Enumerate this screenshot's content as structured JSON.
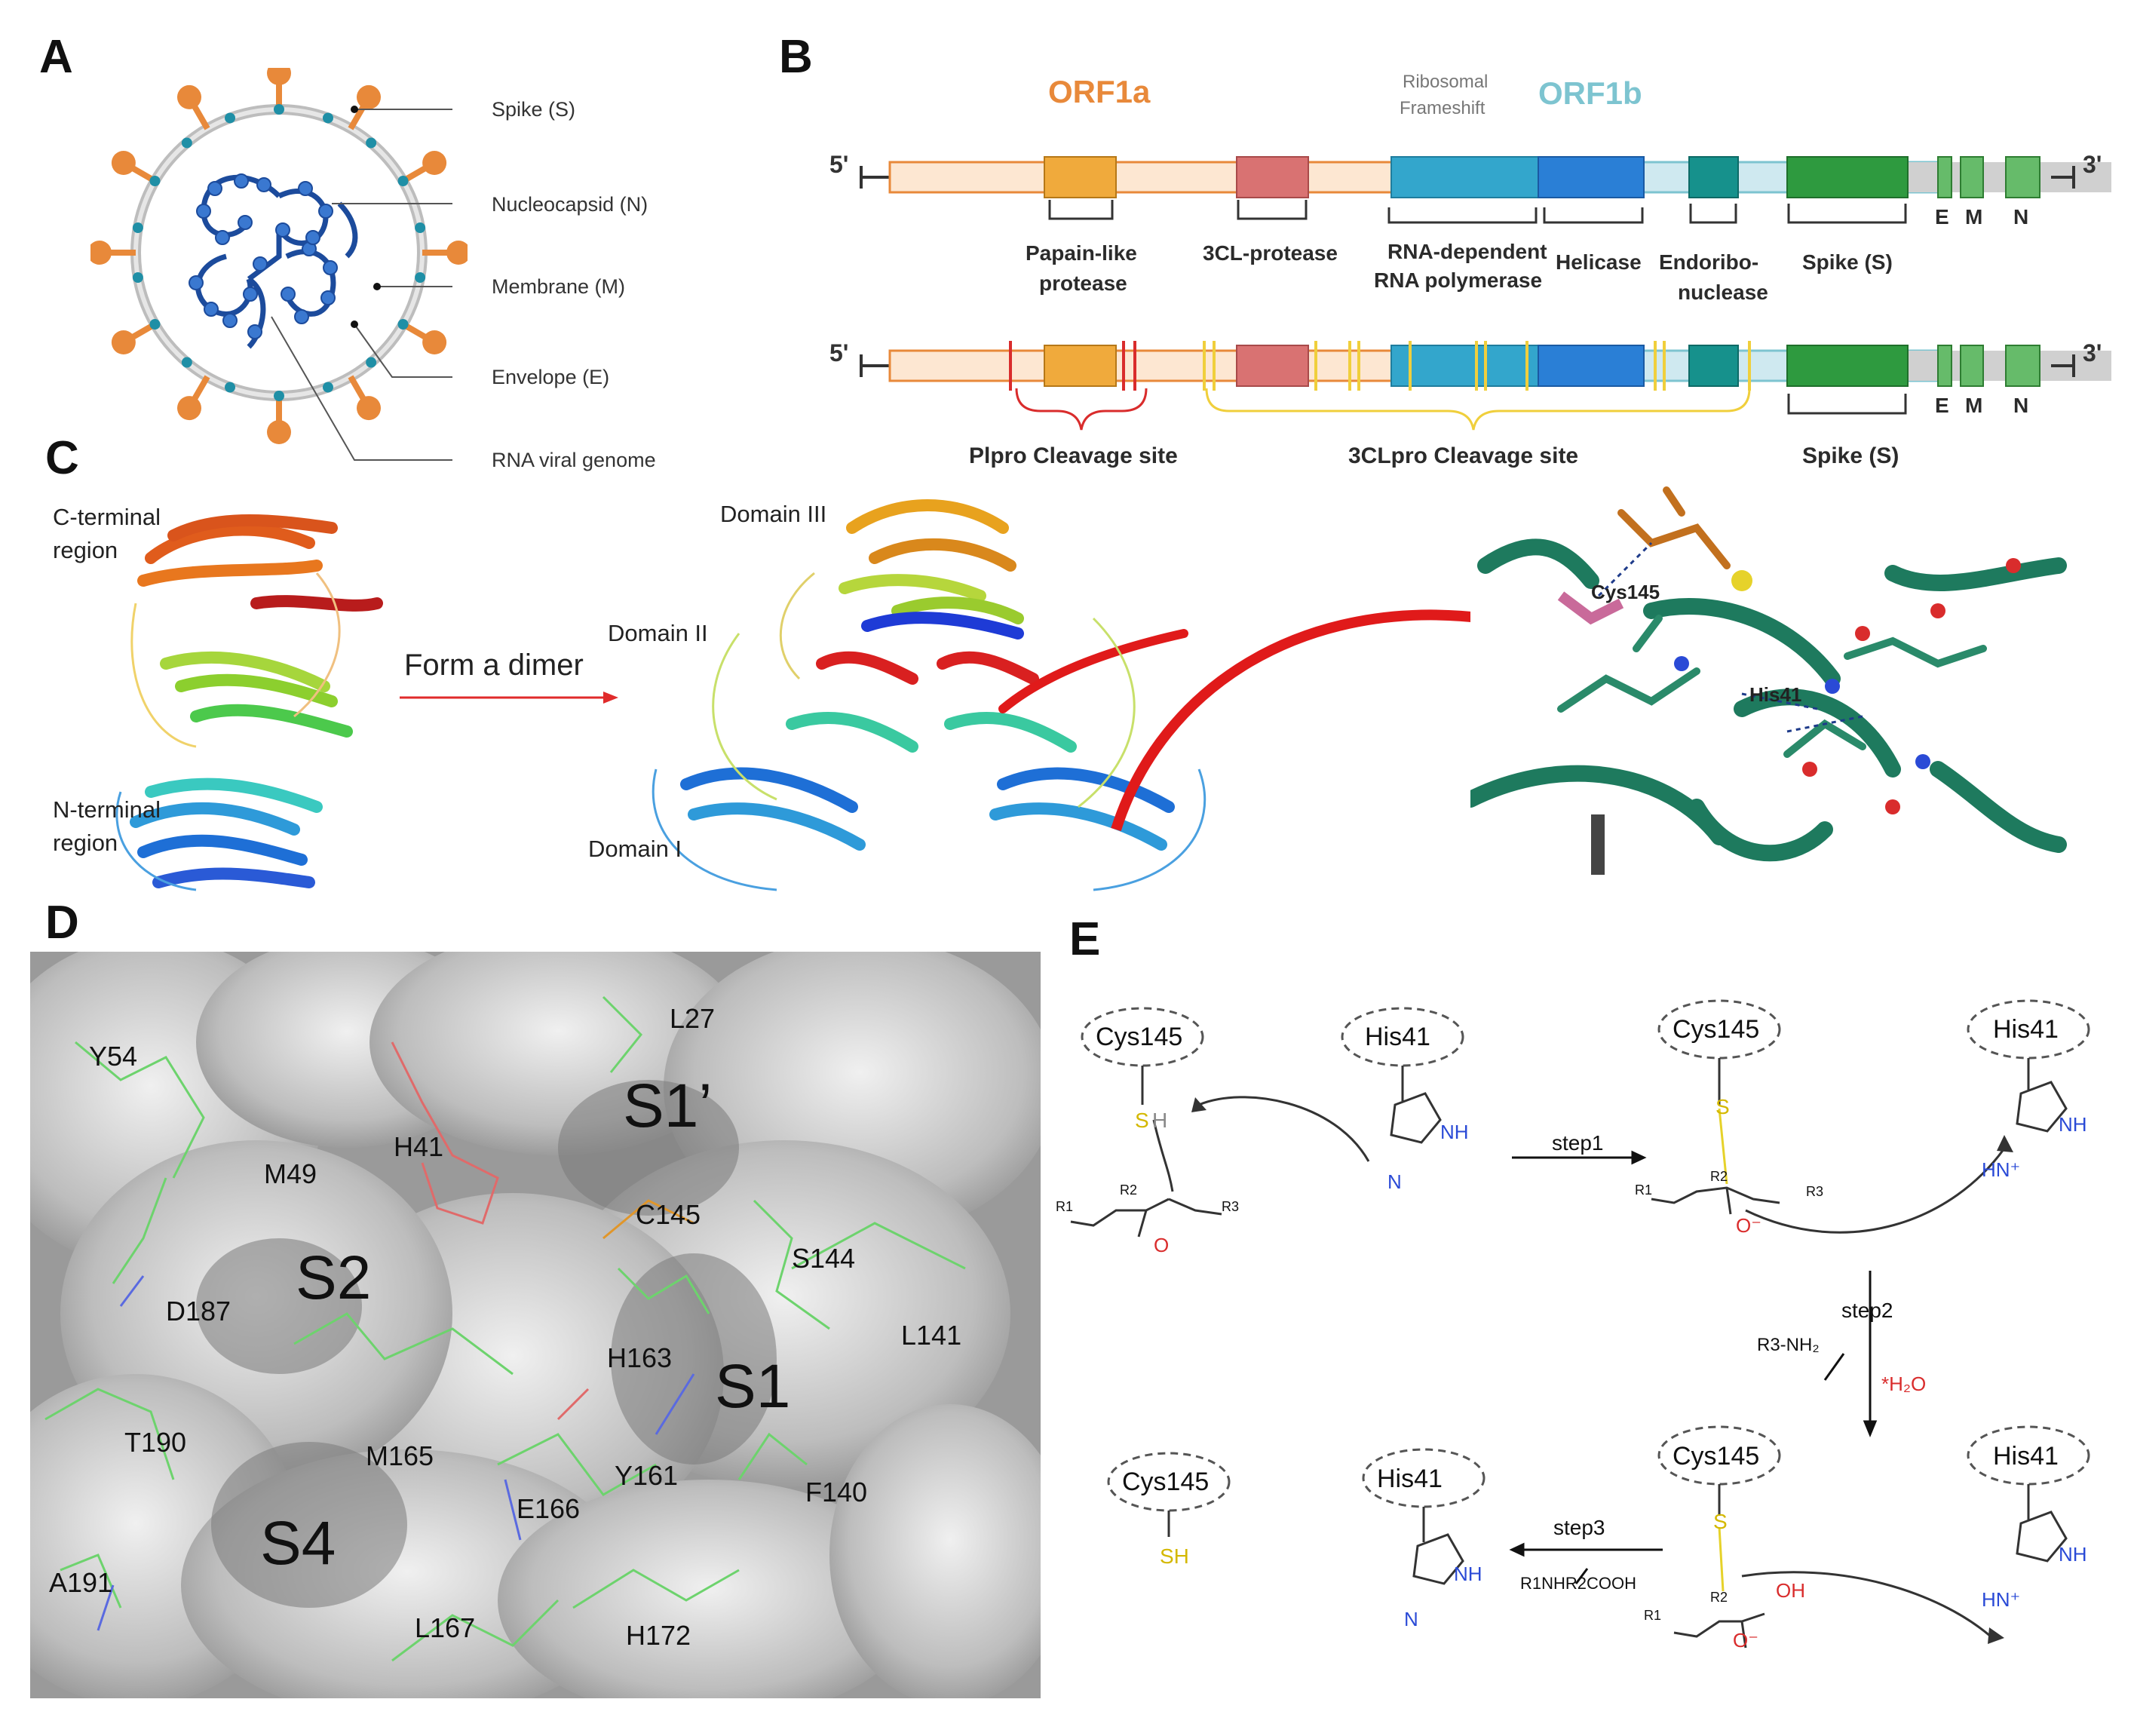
{
  "panels": {
    "a": "A",
    "b": "B",
    "c": "C",
    "d": "D",
    "e": "E"
  },
  "panel_a": {
    "labels": [
      "Spike (S)",
      "Nucleocapsid (N)",
      "Membrane (M)",
      "Envelope (E)",
      "RNA viral genome"
    ]
  },
  "panel_b": {
    "orf1a": "ORF1a",
    "orf1b": "ORF1b",
    "frameshift_line1": "Ribosomal",
    "frameshift_line2": "Frameshift",
    "five_prime": "5'",
    "three_prime": "3'",
    "genes": {
      "plpro_1": "Papain-like",
      "plpro_2": "protease",
      "cl3": "3CL-protease",
      "rdrp_1": "RNA-dependent",
      "rdrp_2": "RNA polymerase",
      "helicase": "Helicase",
      "endo_1": "Endoribo-",
      "endo_2": "nuclease",
      "spike": "Spike (S)",
      "e": "E",
      "m": "M",
      "n": "N"
    },
    "cleavage": {
      "plpro": "Plpro Cleavage site",
      "cl3pro": "3CLpro Cleavage site",
      "spike": "Spike (S)"
    },
    "colors": {
      "orf1a": "#e8893a",
      "orf1b": "#7dc4d0",
      "plpro": "#f0aa3c",
      "cl3": "#d97272",
      "rdrp": "#33a6cc",
      "helicase": "#2a7fd6",
      "endo": "#16918c",
      "spike": "#2e9a3f",
      "red_mark": "#d92c2c",
      "yellow_mark": "#f0cf3c"
    }
  },
  "panel_c": {
    "c_terminal_1": "C-terminal",
    "c_terminal_2": "region",
    "n_terminal_1": "N-terminal",
    "n_terminal_2": "region",
    "arrow_label": "Form a dimer",
    "domain_3": "Domain III",
    "domain_2": "Domain II",
    "domain_1": "Domain I",
    "cys": "Cys145",
    "his": "His41"
  },
  "panel_d": {
    "residues": [
      "Y54",
      "M49",
      "H41",
      "L27",
      "C145",
      "S144",
      "D187",
      "H163",
      "L141",
      "T190",
      "M165",
      "Y161",
      "E166",
      "F140",
      "A191",
      "L167",
      "H172"
    ],
    "pockets": [
      "S1’",
      "S2",
      "S1",
      "S4"
    ]
  },
  "panel_e": {
    "cys": "Cys145",
    "his": "His41",
    "step1": "step1",
    "step2": "step2",
    "step3": "step3",
    "r3nh2": "R3-NH₂",
    "water": "*H₂O",
    "product": "R1NHR2COOH",
    "r1": "R1",
    "r2": "R2",
    "r3": "R3",
    "nh": "NH",
    "n": "N",
    "s": "S",
    "h": "H",
    "sh": "SH",
    "o": "O",
    "oh": "OH",
    "om": "O⁻",
    "hn_plus": "HN⁺"
  }
}
